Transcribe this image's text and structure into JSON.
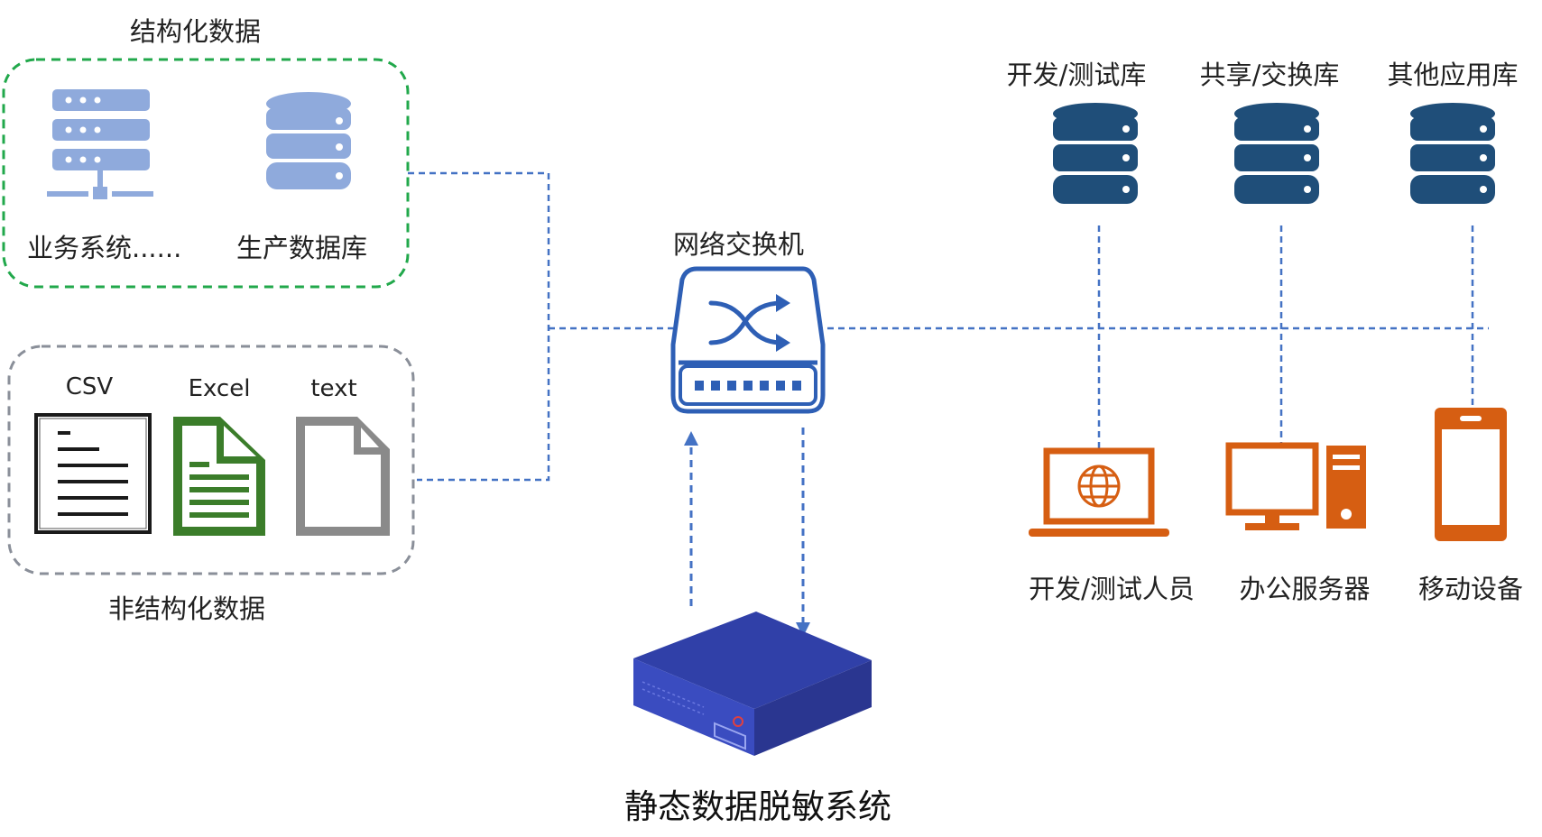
{
  "structured": {
    "title": "结构化数据",
    "business_label": "业务系统......",
    "production_label": "生产数据库"
  },
  "unstructured": {
    "title": "非结构化数据",
    "files": [
      {
        "label": "CSV"
      },
      {
        "label": "Excel"
      },
      {
        "label": "text"
      }
    ]
  },
  "switch": {
    "label": "网络交换机"
  },
  "masking_system": {
    "label": "静态数据脱敏系统"
  },
  "databases": [
    {
      "label": "开发/测试库"
    },
    {
      "label": "共享/交换库"
    },
    {
      "label": "其他应用库"
    }
  ],
  "devices": [
    {
      "label": "开发/测试人员"
    },
    {
      "label": "办公服务器"
    },
    {
      "label": "移动设备"
    }
  ],
  "colors": {
    "connector": "#4472c4",
    "structured_border": "#21a84b",
    "unstructured_border": "#8a8f99",
    "db_dark": "#1f4e79",
    "db_light": "#8faadc",
    "device_orange": "#d65e12",
    "switch_blue": "#2e5fb5",
    "server_blue": "#3040a8",
    "excel_green": "#3b7d2a"
  }
}
